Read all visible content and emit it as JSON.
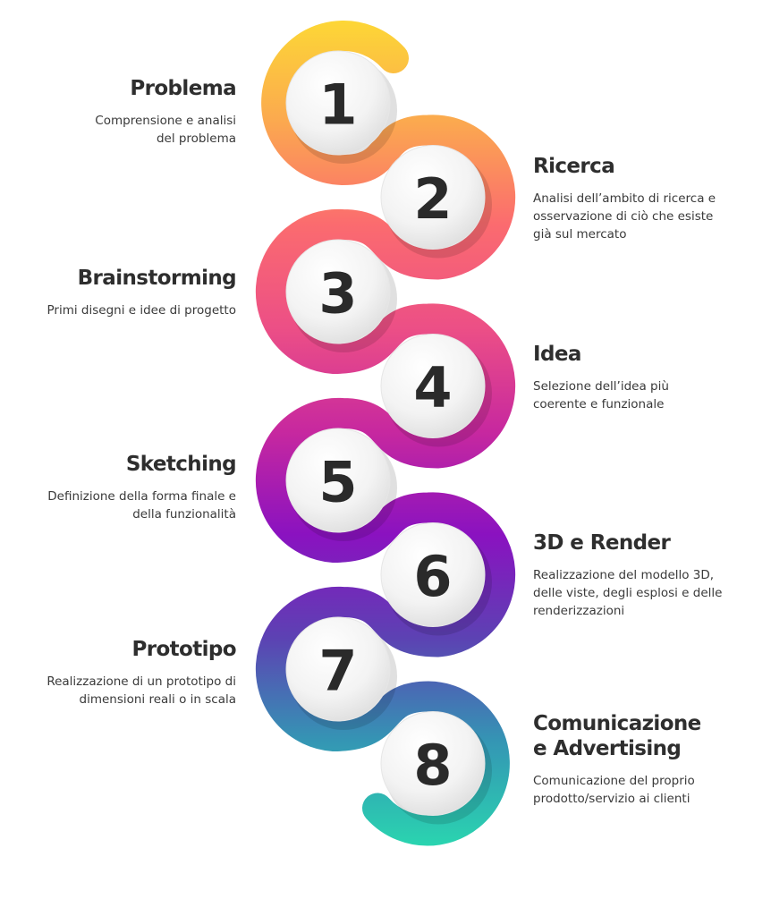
{
  "diagram": {
    "ribbon_gradient": [
      "#fdd835",
      "#fba94f",
      "#fb6b6f",
      "#ec4f86",
      "#c7289f",
      "#8a12c0",
      "#5c42b3",
      "#3496b4",
      "#2ad4b0"
    ],
    "circle_fill": "#f2f2f2",
    "steps": [
      {
        "number": "1",
        "title": "Problema",
        "description": "Comprensione e analisi\ndel problema",
        "side": "left"
      },
      {
        "number": "2",
        "title": "Ricerca",
        "description": "Analisi dell’ambito di ricerca e\nosservazione di ciò che esiste\ngià sul mercato",
        "side": "right"
      },
      {
        "number": "3",
        "title": "Brainstorming",
        "description": "Primi disegni e idee di progetto",
        "side": "left"
      },
      {
        "number": "4",
        "title": "Idea",
        "description": "Selezione dell’idea più\ncoerente e funzionale",
        "side": "right"
      },
      {
        "number": "5",
        "title": "Sketching",
        "description": "Definizione della forma finale e\ndella funzionalità",
        "side": "left"
      },
      {
        "number": "6",
        "title": "3D e Render",
        "description": "Realizzazione del modello 3D,\ndelle viste, degli esplosi e delle\nrenderizzazioni",
        "side": "right"
      },
      {
        "number": "7",
        "title": "Prototipo",
        "description": "Realizzazione di un prototipo di\ndimensioni reali o in scala",
        "side": "left"
      },
      {
        "number": "8",
        "title": "Comunicazione\ne Advertising",
        "description": "Comunicazione del proprio\nprodotto/servizio ai clienti",
        "side": "right"
      }
    ]
  }
}
